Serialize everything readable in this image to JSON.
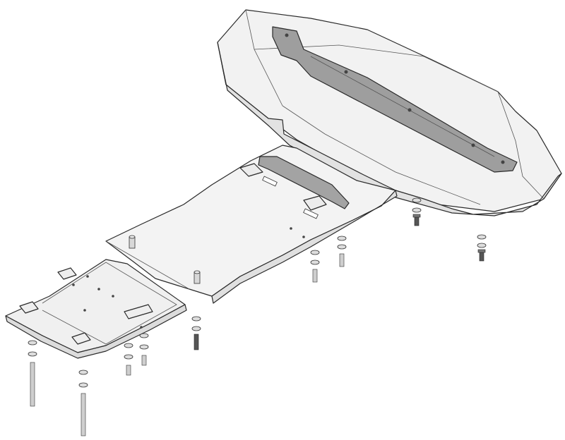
{
  "colors": {
    "plate_light": "#f1f1f1",
    "plate_mid": "#e4e4e4",
    "plate_shadow": "#d4d4d4",
    "bracket": "#9a9a9a",
    "bracket_dark": "#7d7d7d",
    "bolt_dark": "#4a4a4a",
    "bolt_light": "#cfcfcf",
    "outline": "#2a2a2a"
  },
  "parts": {
    "front_tray": "engine-skid-plate-front",
    "mid_plate": "skid-plate-middle-section",
    "rear_plate": "transmission-skid-plate-rear",
    "hardware": "mounting-bolts-washers"
  }
}
